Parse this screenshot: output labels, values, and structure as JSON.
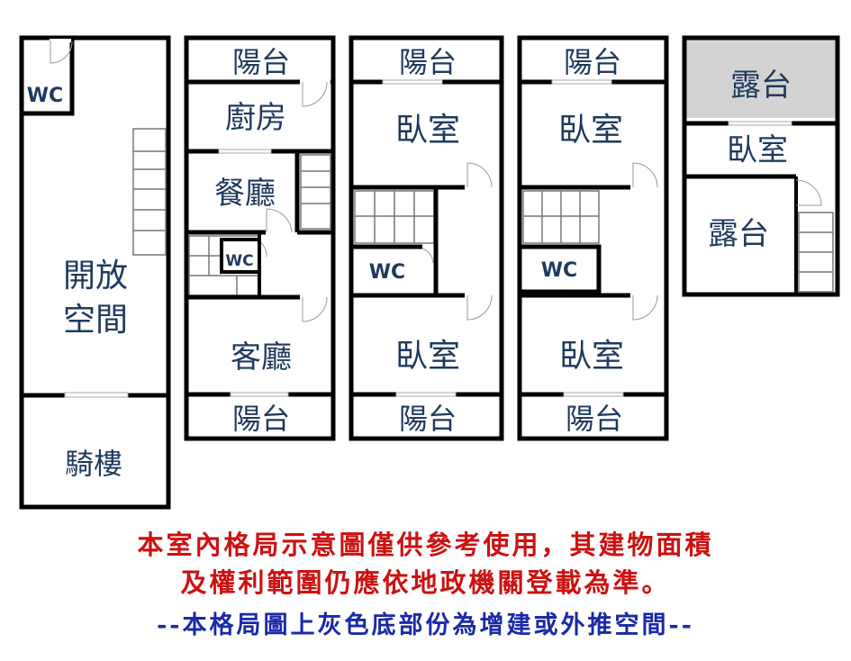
{
  "floors": [
    {
      "rooms": {
        "wc": "WC",
        "open_space_line1": "開放",
        "open_space_line2": "空間",
        "arcade": "騎樓"
      }
    },
    {
      "rooms": {
        "balcony_top": "陽台",
        "kitchen": "廚房",
        "dining": "餐廳",
        "wc": "WC",
        "living": "客廳",
        "balcony_bottom": "陽台"
      }
    },
    {
      "rooms": {
        "balcony_top": "陽台",
        "bedroom_front": "臥室",
        "wc": "WC",
        "bedroom_back": "臥室",
        "balcony_bottom": "陽台"
      }
    },
    {
      "rooms": {
        "balcony_top": "陽台",
        "bedroom_front": "臥室",
        "wc": "WC",
        "bedroom_back": "臥室",
        "balcony_bottom": "陽台"
      }
    },
    {
      "rooms": {
        "terrace_front": "露台",
        "bedroom": "臥室",
        "terrace_back": "露台"
      }
    }
  ],
  "colors": {
    "walls": "#000000",
    "labels": "#1f3a5f",
    "added_area": "#d3d3d3",
    "stairs": "#808080",
    "note_red": "#cc1111",
    "note_blue": "#1a2aa8"
  },
  "notes": {
    "line1": "本室內格局示意圖僅供參考使用，其建物面積",
    "line2": "及權利範圍仍應依地政機關登載為準。",
    "line3": "--本格局圖上灰色底部份為增建或外推空間--"
  }
}
